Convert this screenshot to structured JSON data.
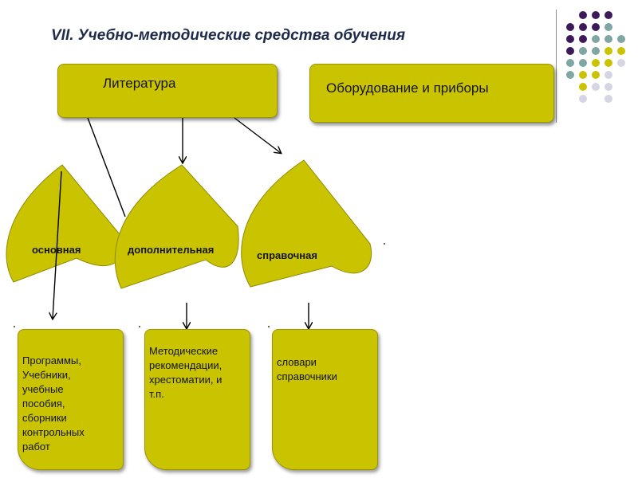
{
  "title": "VII. Учебно-методические средства обучения",
  "top_boxes": {
    "literature": "Литература",
    "equipment": "Оборудование и приборы"
  },
  "leaves": [
    {
      "label": "основная"
    },
    {
      "label": "дополнительная"
    },
    {
      "label": "справочная"
    }
  ],
  "detail_boxes": [
    {
      "text": "Программы,\nУчебники,\nучебные\nпособия,\nсборники\nконтрольных\nработ"
    },
    {
      "text": "Методические\nрекомендации,\nхрестоматии, и\nт.п."
    },
    {
      "text": "словари\nсправочники"
    }
  ],
  "colors": {
    "accent": "#c9c300",
    "dot_purple": "#3c1a5a",
    "dot_teal": "#7fa6a3",
    "dot_yellow": "#c9c300",
    "dot_gray": "#d5d5e3"
  }
}
